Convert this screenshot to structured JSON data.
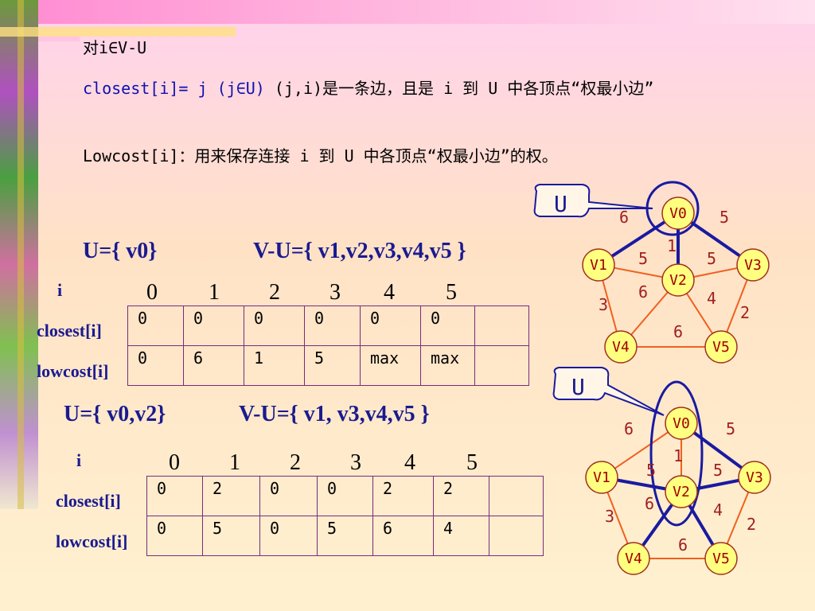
{
  "text": {
    "line1": "对i∈V-U",
    "line2_blue": "closest[i]= j (j∈U)",
    "line2_rest": " (j,i)是一条边，且是 i 到 U 中各顶点“权最小边”",
    "line3": "Lowcost[i]：用来保存连接 i 到 U 中各顶点“权最小边”的权。"
  },
  "step1": {
    "u_set": "U={ v0}",
    "vu_set": "V-U={ v1,v2,v3,v4,v5 }",
    "i_label": "i",
    "closest_label": "closest[i]",
    "lowcost_label": "lowcost[i]",
    "indices": [
      "0",
      "1",
      "2",
      "3",
      "4",
      "5"
    ],
    "closest": [
      "0",
      "0",
      "0",
      "0",
      "0",
      "0",
      ""
    ],
    "lowcost": [
      "0",
      "6",
      "1",
      "5",
      "max",
      "max",
      ""
    ]
  },
  "step2": {
    "u_set": "U={ v0,v2}",
    "vu_set": "V-U={ v1, v3,v4,v5 }",
    "i_label": "i",
    "closest_label": "closest[i]",
    "lowcost_label": "lowcost[i]",
    "indices": [
      "0",
      "1",
      "2",
      "3",
      "4",
      "5"
    ],
    "closest": [
      "0",
      "2",
      "0",
      "0",
      "2",
      "2",
      ""
    ],
    "lowcost": [
      "0",
      "5",
      "0",
      "5",
      "6",
      "4",
      ""
    ]
  },
  "graph": {
    "u_label": "U",
    "nodes": [
      "V0",
      "V1",
      "V2",
      "V3",
      "V4",
      "V5"
    ],
    "weights": [
      "6",
      "5",
      "1",
      "5",
      "5",
      "6",
      "4",
      "3",
      "2",
      "6"
    ]
  },
  "colors": {
    "accent_red": "#d00000",
    "tree_blue": "#1a1aa0",
    "edge_orange": "#f06020",
    "node_fill": "#ffff80"
  }
}
